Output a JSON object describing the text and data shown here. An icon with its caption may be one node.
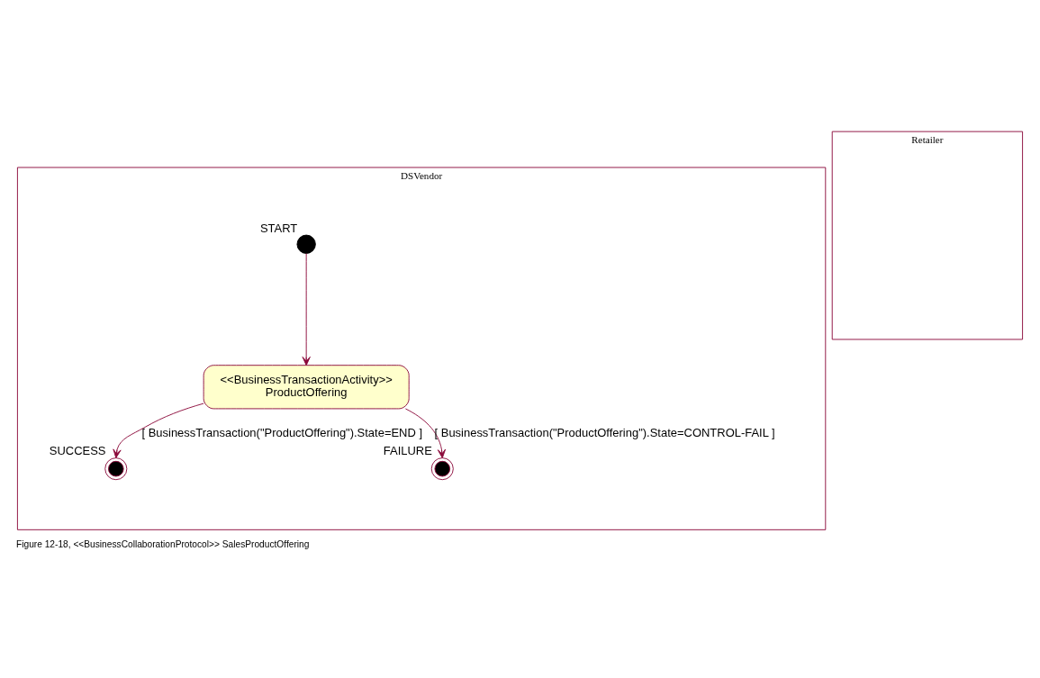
{
  "diagram": {
    "caption": "Figure 12-18, <<BusinessCollaborationProtocol>> SalesProductOffering",
    "nodes": [
      {
        "text": [
          "DSVendor"
        ]
      },
      {
        "text": [
          "Retailer"
        ]
      },
      {
        "text": [],
        "shape": "circle",
        "beside": [
          "START"
        ],
        "in": 0
      },
      {
        "text": [
          "<<BusinessTransactionActivity>>",
          "ProductOffering"
        ],
        "in": 0
      },
      {
        "text": [],
        "shape": "circle",
        "beside": [
          "SUCCESS"
        ],
        "in": 0
      },
      {
        "text": [],
        "shape": "circle",
        "beside": [
          "FAILURE"
        ],
        "in": 0
      }
    ],
    "edges": [
      {
        "from": 2,
        "to": 3,
        "arrow": "to"
      },
      {
        "from": 3,
        "to": 4,
        "arrow": "to",
        "label": "[ BusinessTransaction(\"ProductOffering\").State=END ]"
      },
      {
        "from": 3,
        "to": 5,
        "arrow": "to",
        "label": "[ BusinessTransaction(\"ProductOffering\").State=CONTROL-FAIL ]"
      }
    ]
  }
}
